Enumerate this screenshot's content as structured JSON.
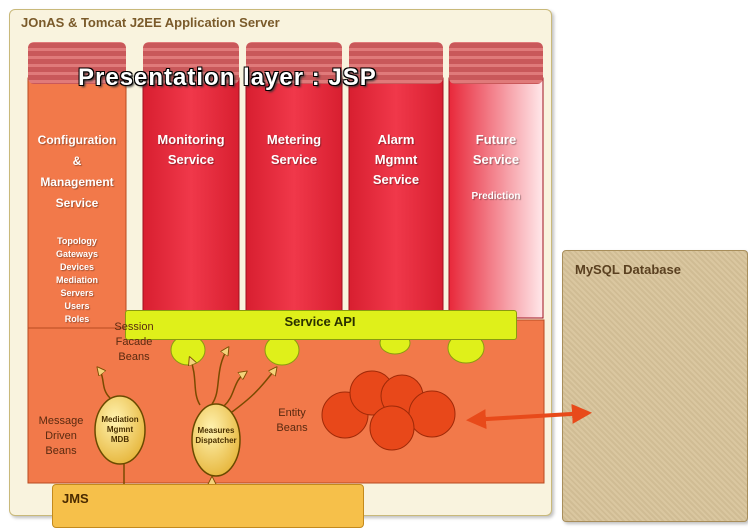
{
  "server": {
    "title": "JOnAS & Tomcat J2EE Application Server"
  },
  "presentation": {
    "title": "Presentation layer : JSP"
  },
  "services": {
    "config": {
      "title": [
        "Configuration",
        "&",
        "Management",
        "Service"
      ],
      "items": [
        "Topology",
        "Gateways",
        "Devices",
        "Mediation",
        "Servers",
        "Users",
        "Roles"
      ]
    },
    "monitoring": {
      "title": [
        "Monitoring",
        "Service"
      ]
    },
    "metering": {
      "title": [
        "Metering",
        "Service"
      ]
    },
    "alarm": {
      "title": [
        "Alarm",
        "Mgmnt",
        "Service"
      ]
    },
    "future": {
      "title": [
        "Future",
        "Service"
      ],
      "note": "Prediction"
    }
  },
  "service_api": {
    "label": "Service API"
  },
  "session_beans": {
    "label": [
      "Session",
      "Facade",
      "Beans"
    ]
  },
  "message_beans": {
    "label": [
      "Message",
      "Driven",
      "Beans"
    ]
  },
  "entity_beans": {
    "label": [
      "Entity",
      "Beans"
    ]
  },
  "mediation_mdb": {
    "label": [
      "Mediation",
      "Mgmnt",
      "MDB"
    ]
  },
  "measures": {
    "label": [
      "Measures",
      "Dispatcher"
    ]
  },
  "jms": {
    "label": "JMS"
  },
  "mysql": {
    "title": "MySQL Database"
  },
  "colors": {
    "red": "#e8283a",
    "orange": "#f2794a",
    "yellow": "#dff01a",
    "jms": "#f6c04a",
    "db": "#d8c49a"
  }
}
